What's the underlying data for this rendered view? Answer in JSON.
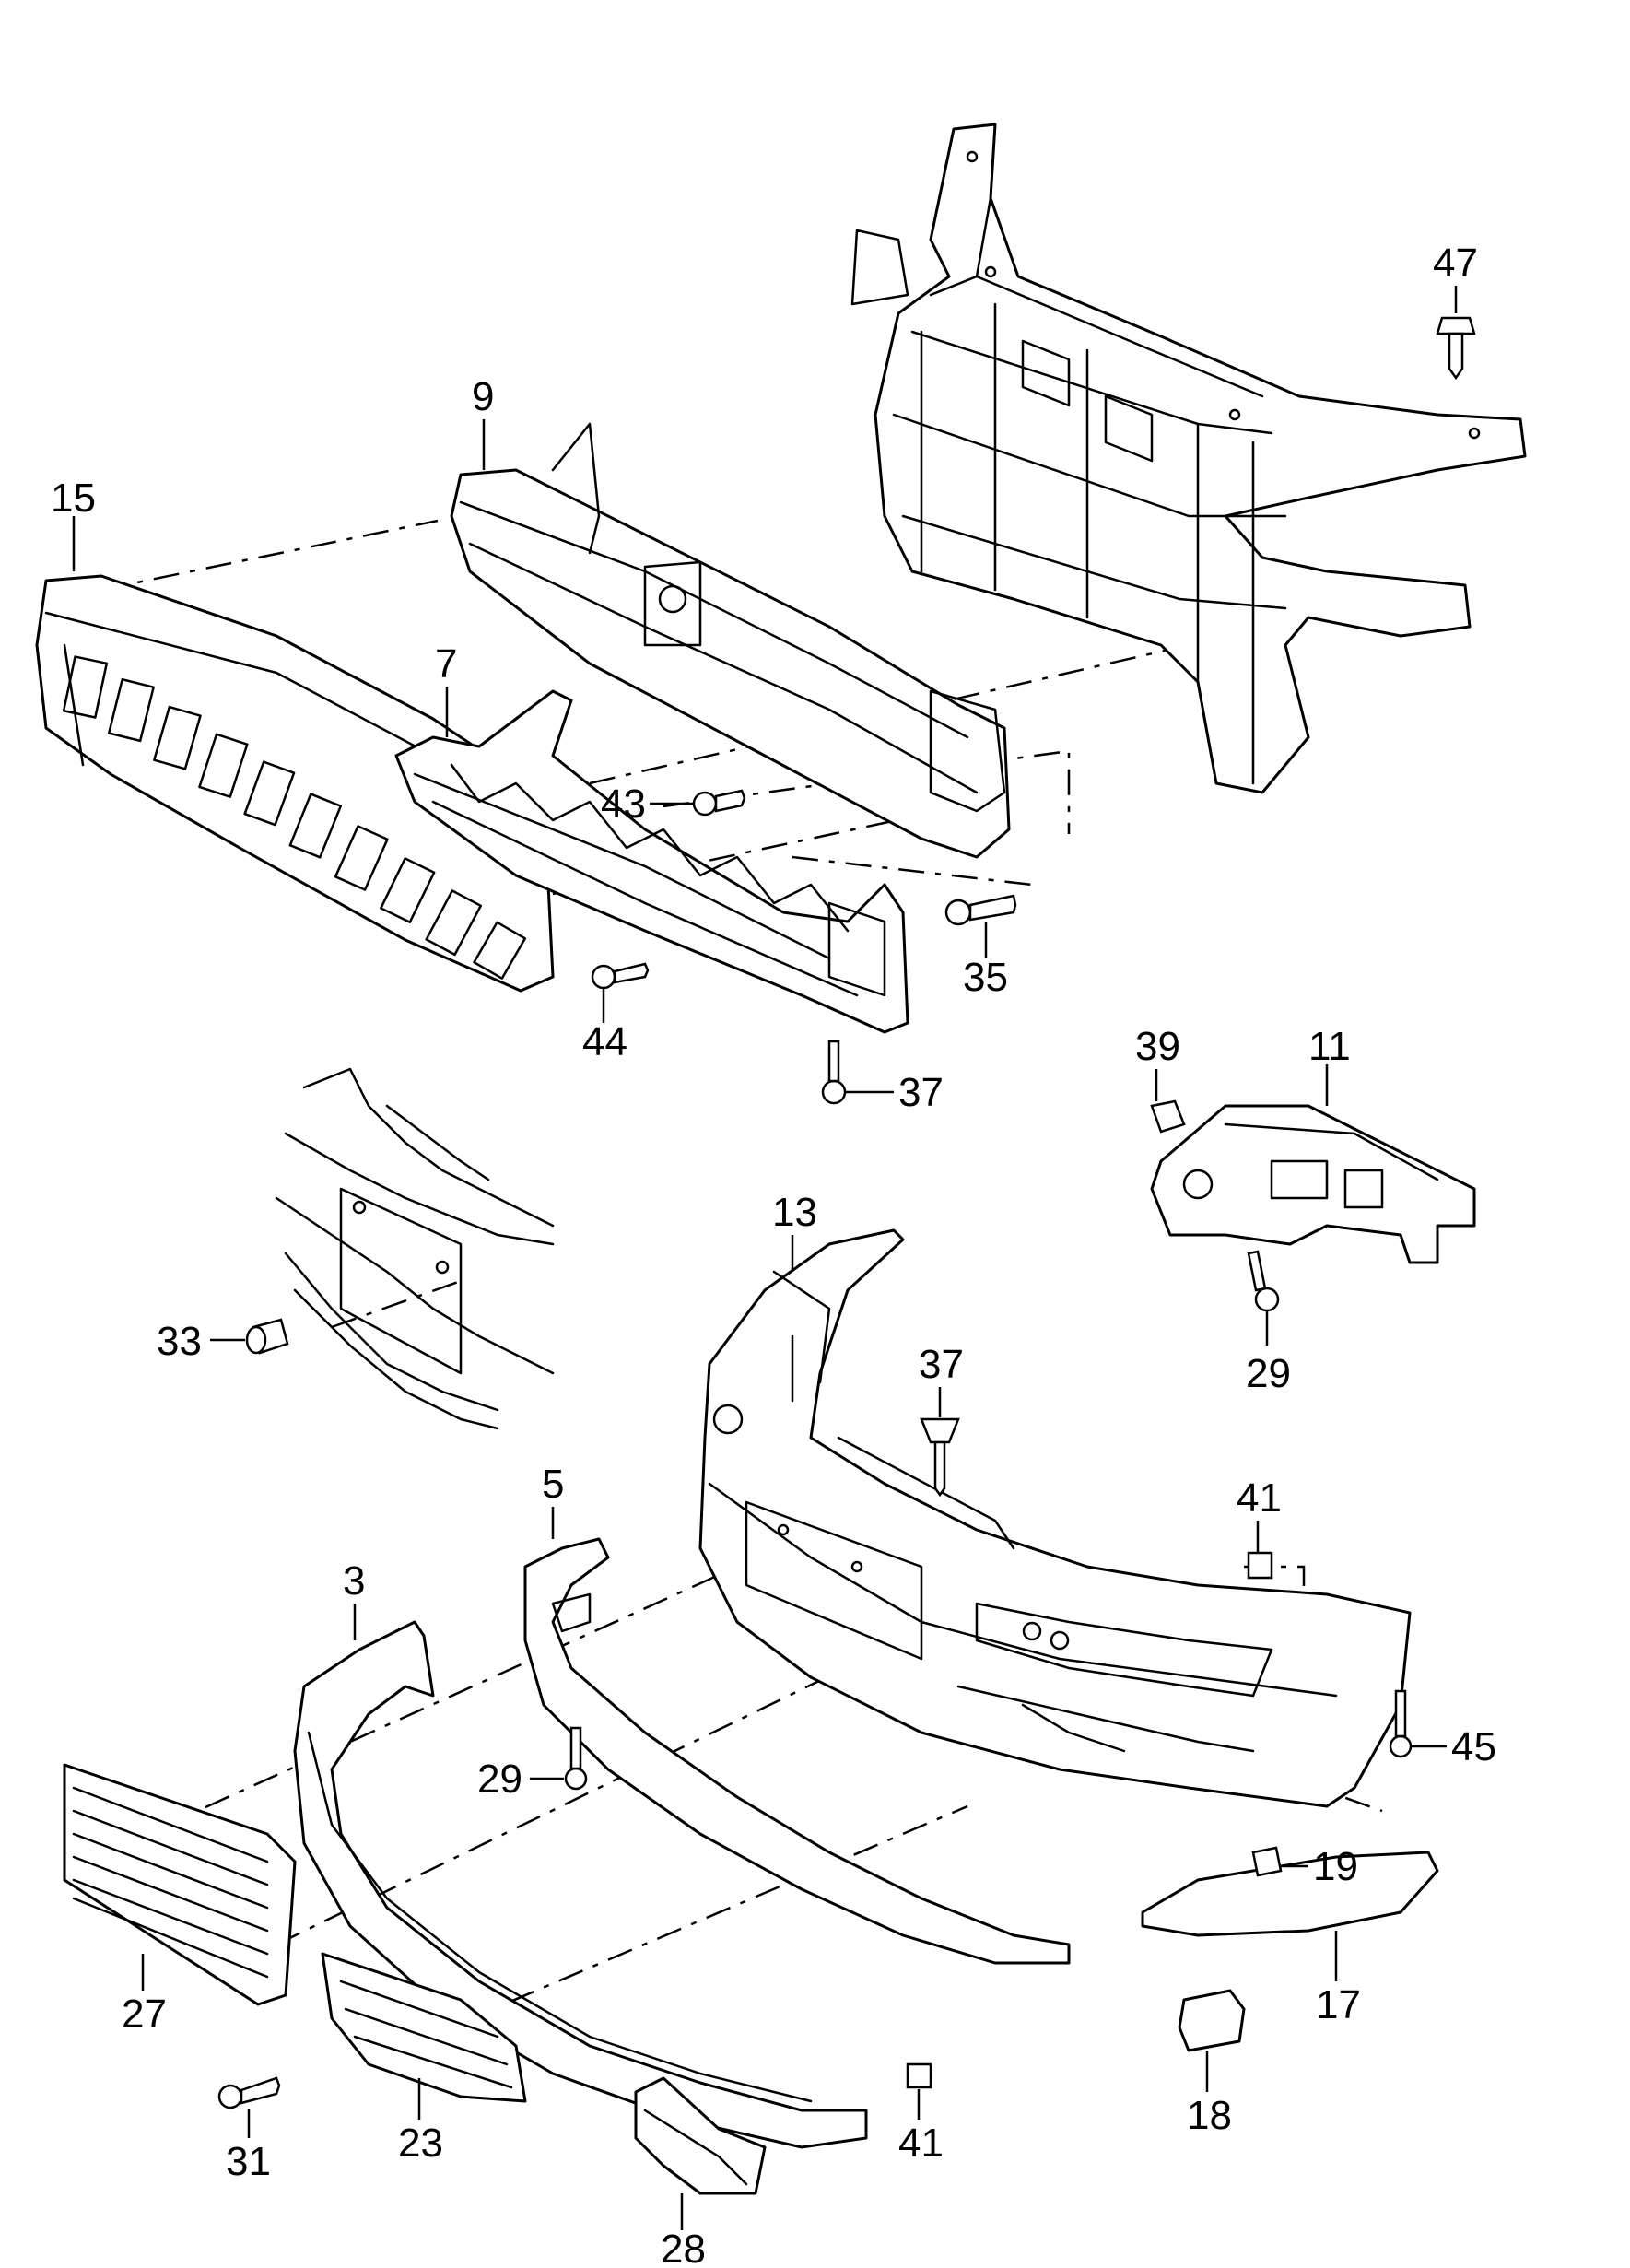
{
  "diagram": {
    "type": "exploded-parts-diagram",
    "callouts": [
      {
        "id": "c47a",
        "label": "47"
      },
      {
        "id": "c9",
        "label": "9"
      },
      {
        "id": "c15",
        "label": "15"
      },
      {
        "id": "c7",
        "label": "7"
      },
      {
        "id": "c43",
        "label": "43"
      },
      {
        "id": "c35",
        "label": "35"
      },
      {
        "id": "c44",
        "label": "44"
      },
      {
        "id": "c37a",
        "label": "37"
      },
      {
        "id": "c39",
        "label": "39"
      },
      {
        "id": "c11",
        "label": "11"
      },
      {
        "id": "c13",
        "label": "13"
      },
      {
        "id": "c33",
        "label": "33"
      },
      {
        "id": "c37b",
        "label": "37"
      },
      {
        "id": "c29a",
        "label": "29"
      },
      {
        "id": "c5",
        "label": "5"
      },
      {
        "id": "c41a",
        "label": "41"
      },
      {
        "id": "c3",
        "label": "3"
      },
      {
        "id": "c29b",
        "label": "29"
      },
      {
        "id": "c45",
        "label": "45"
      },
      {
        "id": "c19",
        "label": "19"
      },
      {
        "id": "c27",
        "label": "27"
      },
      {
        "id": "c17",
        "label": "17"
      },
      {
        "id": "c31",
        "label": "31"
      },
      {
        "id": "c23",
        "label": "23"
      },
      {
        "id": "c41b",
        "label": "41"
      },
      {
        "id": "c18",
        "label": "18"
      },
      {
        "id": "c28",
        "label": "28"
      }
    ]
  }
}
